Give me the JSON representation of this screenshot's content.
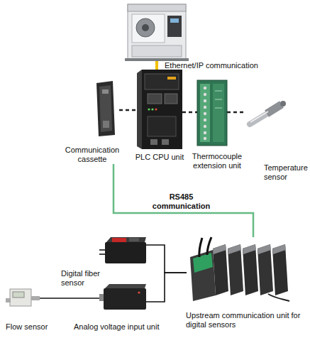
{
  "diagram": {
    "nodes": [
      {
        "text": [
          "Communication cassette"
        ]
      },
      {
        "text": [
          "PLC CPU unit"
        ]
      },
      {
        "text": [
          "Thermocouple extension unit"
        ]
      },
      {
        "text": [
          "Temperature sensor"
        ]
      },
      {
        "text": [
          "Digital fiber sensor"
        ]
      },
      {
        "text": [
          "Flow sensor"
        ]
      },
      {
        "text": [
          "Analog voltage input unit"
        ]
      },
      {
        "text": [
          "Upstream communication unit for digital sensors"
        ]
      }
    ],
    "edges": [
      {
        "from": 0,
        "to": 1,
        "arrow": "none"
      },
      {
        "from": 1,
        "to": 2,
        "arrow": "none"
      },
      {
        "from": 2,
        "to": 3,
        "arrow": "none"
      },
      {
        "from": 0,
        "to": 7,
        "label": "RS485 communication",
        "arrow": "none"
      },
      {
        "from": 4,
        "to": 7,
        "arrow": "none"
      },
      {
        "from": 6,
        "to": 7,
        "arrow": "none"
      },
      {
        "from": 5,
        "to": 6,
        "arrow": "none"
      }
    ],
    "labels": [
      "Ethernet/IP communication"
    ]
  }
}
